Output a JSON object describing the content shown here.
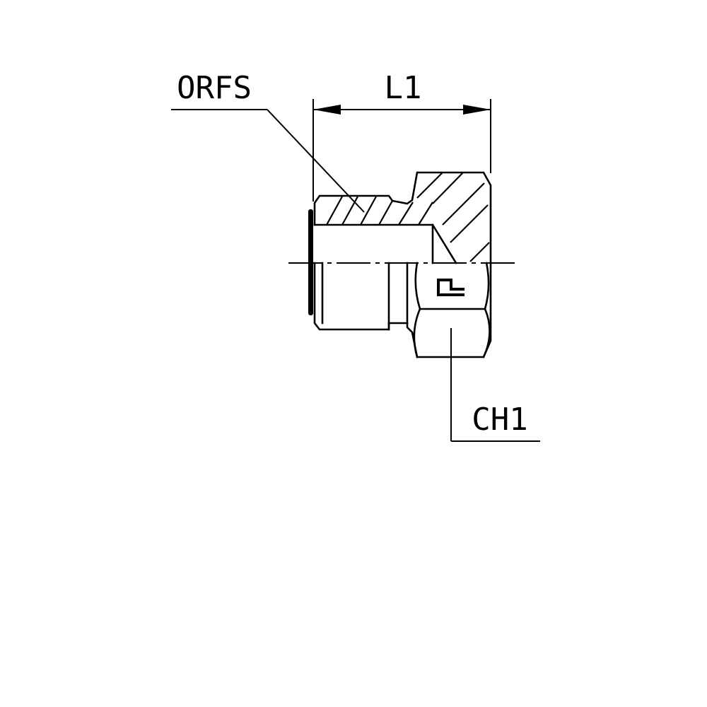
{
  "labels": {
    "orfs": "ORFS",
    "l1": "L1",
    "ch1": "CH1"
  },
  "colors": {
    "line": "#000000",
    "background": "#ffffff"
  }
}
